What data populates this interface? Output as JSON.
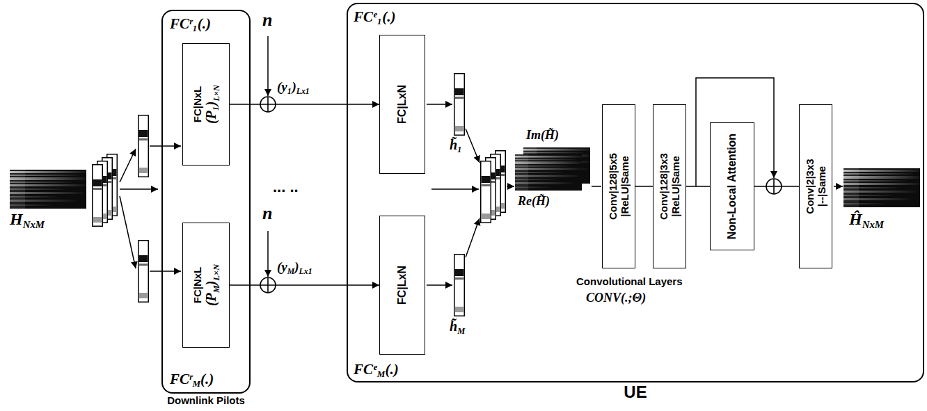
{
  "diagram": {
    "nodes": [
      {
        "text": [
          "FCʳ₁(.)",
          "FCʳ",
          "M",
          "(.)",
          "Downlink Pilots"
        ]
      },
      {
        "text": [
          "FC|NxL",
          "(P₁)",
          "L×N"
        ],
        "in": 0
      },
      {
        "text": [
          "FC|NxL",
          "(P",
          "M",
          ")",
          "L×N"
        ],
        "in": 0
      },
      {
        "text": [
          "FCᵉ₁(.)",
          "FCᵉ",
          "M",
          "(.)",
          "UE"
        ]
      },
      {
        "text": [
          "FC|LxN"
        ],
        "in": 3
      },
      {
        "text": [
          "FC|LxN"
        ],
        "in": 3
      },
      {
        "text": [
          "Conv|128|5x5 |ReLU|Same"
        ],
        "in": 3
      },
      {
        "text": [
          "Conv|128|3x3 |ReLU|Same"
        ],
        "in": 3
      },
      {
        "text": [
          "Non-Local Attention"
        ],
        "in": 3
      },
      {
        "text": [
          "Conv|2|3x3 |--|Same"
        ],
        "in": 3
      }
    ],
    "edges": [
      {
        "from": 1,
        "to": 4,
        "arrow": "to"
      },
      {
        "from": 2,
        "to": 5,
        "arrow": "to"
      },
      {
        "from": 6,
        "to": 7,
        "arrow": "none"
      },
      {
        "from": 7,
        "to": 8,
        "arrow": "none"
      },
      {
        "from": 8,
        "to": 9,
        "arrow": "none"
      }
    ],
    "labels": [
      "H",
      "NxM",
      "n",
      "n",
      "(y₁)",
      "Lx1",
      "(y",
      "M",
      ")",
      "Lx1",
      "... ..",
      "h̃₁",
      "h̃",
      "M",
      "Im(H̃)",
      "Re(H̃)",
      "Convolutional Layers",
      "CONV(.;Θ)",
      "Ĥ",
      "NxM"
    ]
  }
}
